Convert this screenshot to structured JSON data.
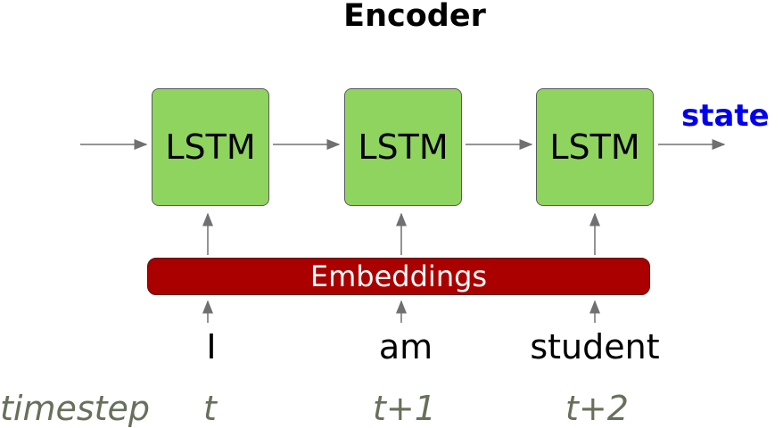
{
  "title": "Encoder",
  "cells": [
    {
      "label": "LSTM"
    },
    {
      "label": "LSTM"
    },
    {
      "label": "LSTM"
    }
  ],
  "embeddings_label": "Embeddings",
  "output_label": "state",
  "words": [
    "I",
    "am",
    "student"
  ],
  "timestep_label": "timestep",
  "timesteps": [
    "t",
    "t+1",
    "t+2"
  ],
  "colors": {
    "lstm_fill": "#8fd45f",
    "embeddings_fill": "#aa0000",
    "state_text": "#0000ee",
    "timestep_text": "#66705a"
  }
}
